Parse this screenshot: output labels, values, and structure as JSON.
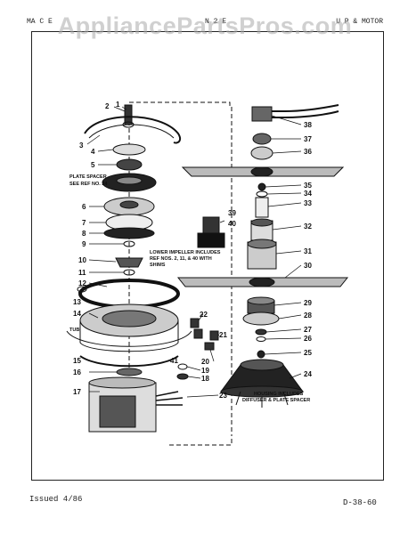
{
  "header": {
    "left": "MA   C   E",
    "middle": "N 2 E",
    "right": "U P & MOTOR"
  },
  "watermark": "AppliancePartsPros.com",
  "notes": {
    "plate_spacer_line1": "PLATE SPACER",
    "plate_spacer_line2": "SEE REF NO. 24",
    "lower_impeller_line1": "LOWER IMPELLER INCLUDES",
    "lower_impeller_line2": "REF NOS. 2, 11, & 40 WITH",
    "lower_impeller_line3": "SHIMS",
    "tub": "TUB",
    "housing_line1": "HOUSING INCLUDES",
    "housing_line2": "DIFFUSER & PLATE SPACER"
  },
  "callouts": {
    "n1": "1",
    "n2": "2",
    "n3": "3",
    "n4": "4",
    "n5": "5",
    "n6": "6",
    "n7": "7",
    "n8": "8",
    "n9": "9",
    "n10": "10",
    "n11": "11",
    "n12": "12",
    "n13": "13",
    "n14": "14",
    "n15": "15",
    "n16": "16",
    "n17": "17",
    "n18": "18",
    "n19": "19",
    "n20": "20",
    "n21": "21",
    "n22": "22",
    "n23": "23",
    "n24": "24",
    "n25": "25",
    "n26": "26",
    "n27": "27",
    "n28": "28",
    "n29": "29",
    "n30": "30",
    "n31": "31",
    "n32": "32",
    "n33": "33",
    "n34": "34",
    "n35": "35",
    "n36": "36",
    "n37": "37",
    "n38": "38",
    "n39": "39",
    "n40": "40",
    "n41": "41"
  },
  "footer": {
    "issued": "Issued 4/86",
    "code": "D-38-60"
  }
}
